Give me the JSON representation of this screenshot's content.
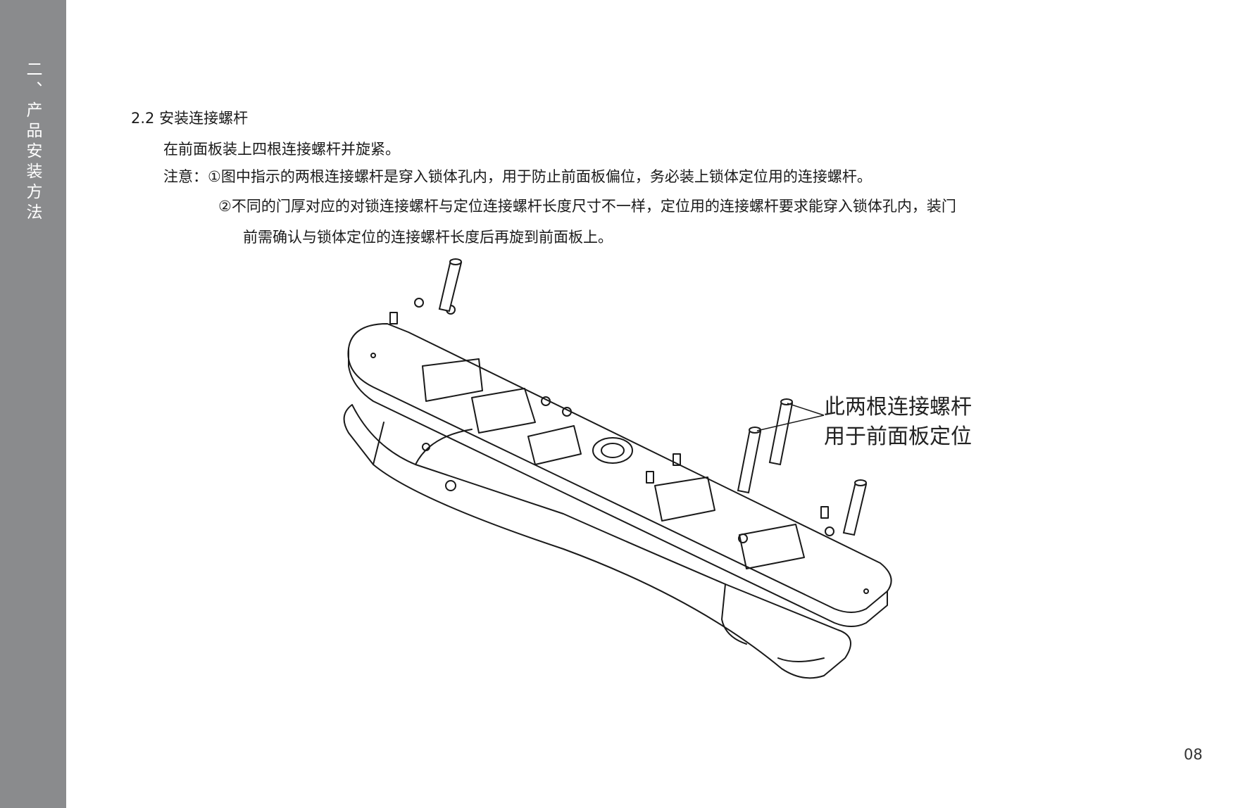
{
  "sidebar": {
    "section_title": "二、产品安装方法"
  },
  "section": {
    "heading": "2.2 安装连接螺杆",
    "intro": "在前面板装上四根连接螺杆并旋紧。",
    "note_1": "注意：①图中指示的两根连接螺杆是穿入锁体孔内，用于防止前面板偏位，务必装上锁体定位用的连接螺杆。",
    "note_2": "②不同的门厚对应的对锁连接螺杆与定位连接螺杆长度尺寸不一样，定位用的连接螺杆要求能穿入锁体孔内，装门",
    "note_2_cont": "前需确认与锁体定位的连接螺杆长度后再旋到前面板上。"
  },
  "callout": {
    "line_1": "此两根连接螺杆",
    "line_2": "用于前面板定位"
  },
  "page_number": "08",
  "colors": {
    "sidebar": "#8a8b8d",
    "line_art": "#1a1a1a"
  }
}
